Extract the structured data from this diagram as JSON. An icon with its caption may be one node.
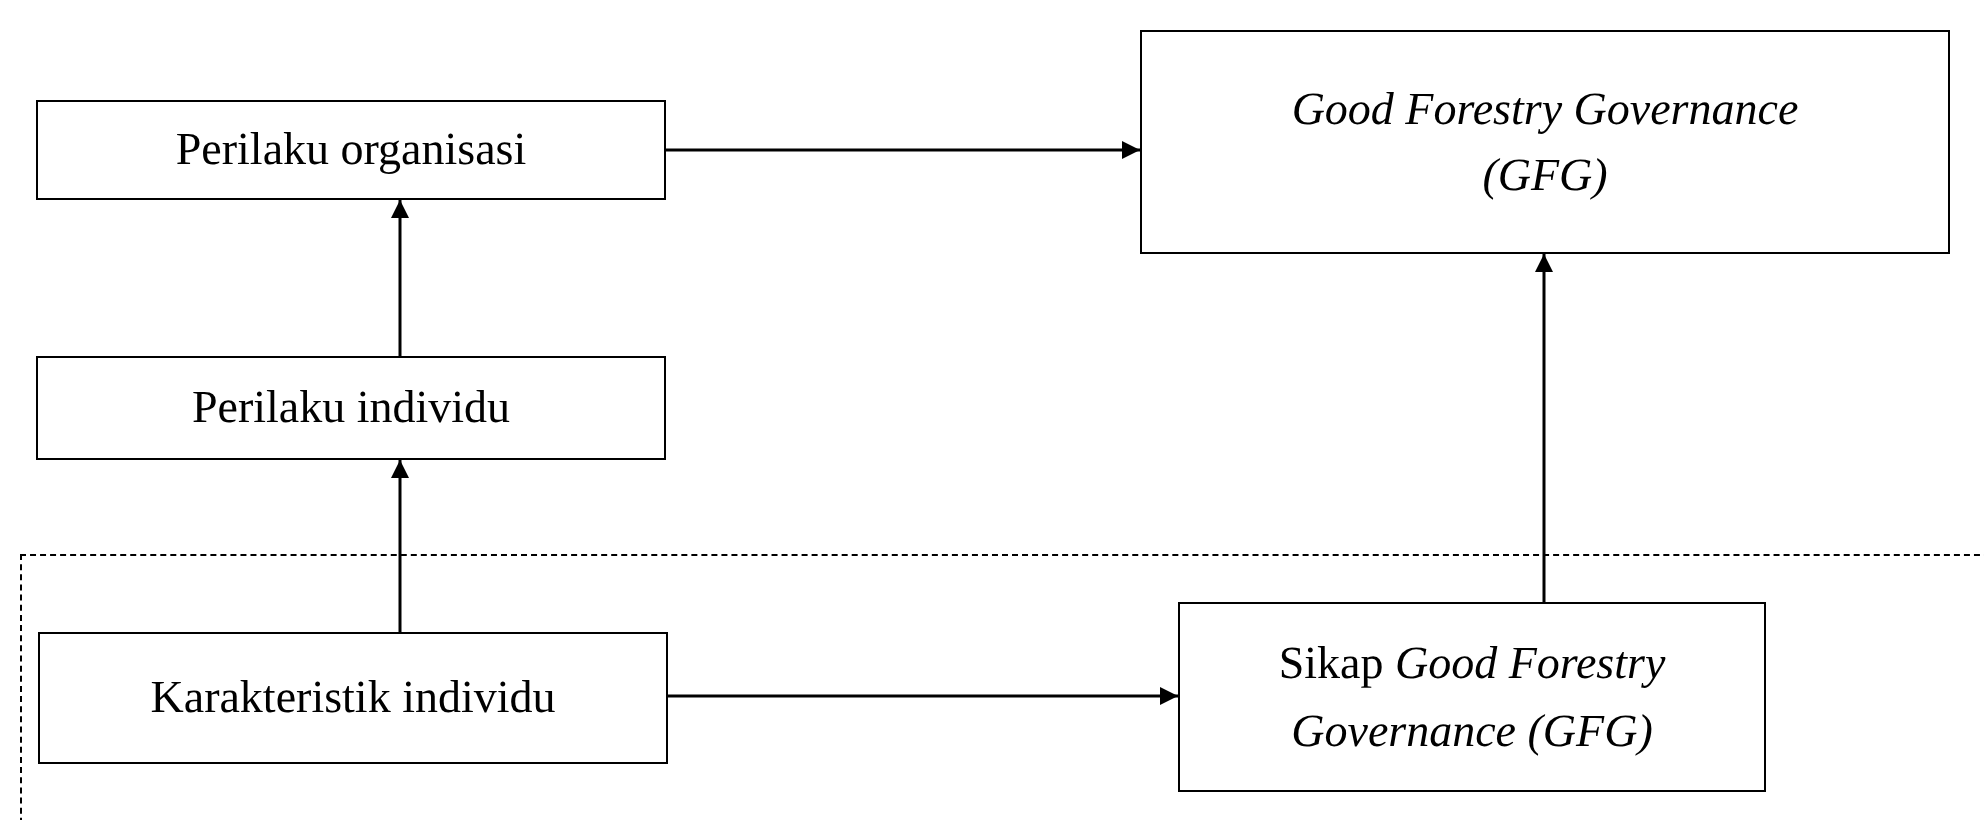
{
  "diagram": {
    "nodes": [
      {
        "text": [
          "Perilaku organisasi"
        ]
      },
      {
        "text": [
          "Good Forestry Governance (GFG)"
        ]
      },
      {
        "text": [
          "Perilaku individu"
        ]
      },
      {
        "text": [],
        "shape": "box"
      },
      {
        "text": [
          "Karakteristik individu"
        ],
        "in": 3
      },
      {
        "text": [
          "Sikap *Good Forestry Governance (GFG)*"
        ],
        "in": 3
      }
    ],
    "edges": [
      {
        "from": 0,
        "to": 1,
        "arrow": "to"
      },
      {
        "from": 2,
        "to": 0,
        "arrow": "to"
      },
      {
        "from": 4,
        "to": 2,
        "arrow": "to"
      },
      {
        "from": 4,
        "to": 5,
        "arrow": "to"
      },
      {
        "from": 5,
        "to": 1,
        "arrow": "to"
      }
    ]
  }
}
